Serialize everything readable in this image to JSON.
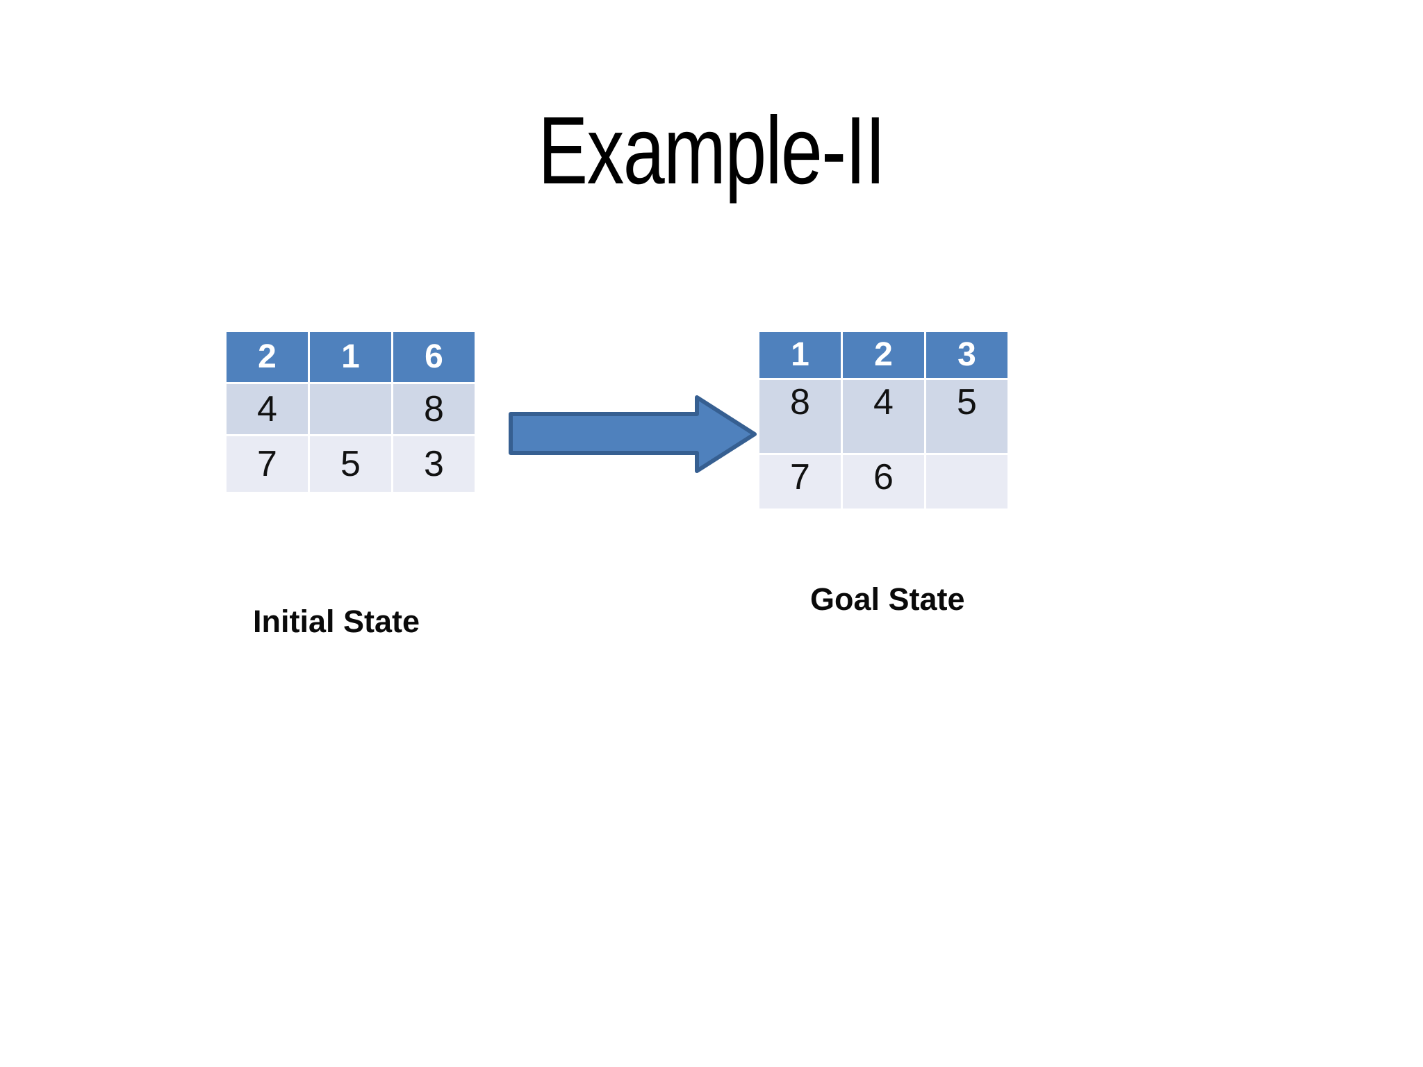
{
  "title": "Example-II",
  "initial": {
    "label": "Initial State",
    "grid": [
      [
        "2",
        "1",
        "6"
      ],
      [
        "4",
        "",
        "8"
      ],
      [
        "7",
        "5",
        "3"
      ]
    ]
  },
  "goal": {
    "label": "Goal State",
    "grid": [
      [
        "1",
        "2",
        "3"
      ],
      [
        "8",
        "4",
        "5"
      ],
      [
        "7",
        "6",
        ""
      ]
    ]
  },
  "icons": {
    "arrow": "right-block-arrow"
  },
  "colors": {
    "header_blue": "#4F81BD",
    "band_medium": "#CFD7E7",
    "band_light": "#E9EBF4",
    "arrow_fill": "#4F81BD",
    "arrow_border": "#365F91",
    "header_text": "#FFFFFF",
    "cell_text": "#111111",
    "title_text": "#000000"
  }
}
